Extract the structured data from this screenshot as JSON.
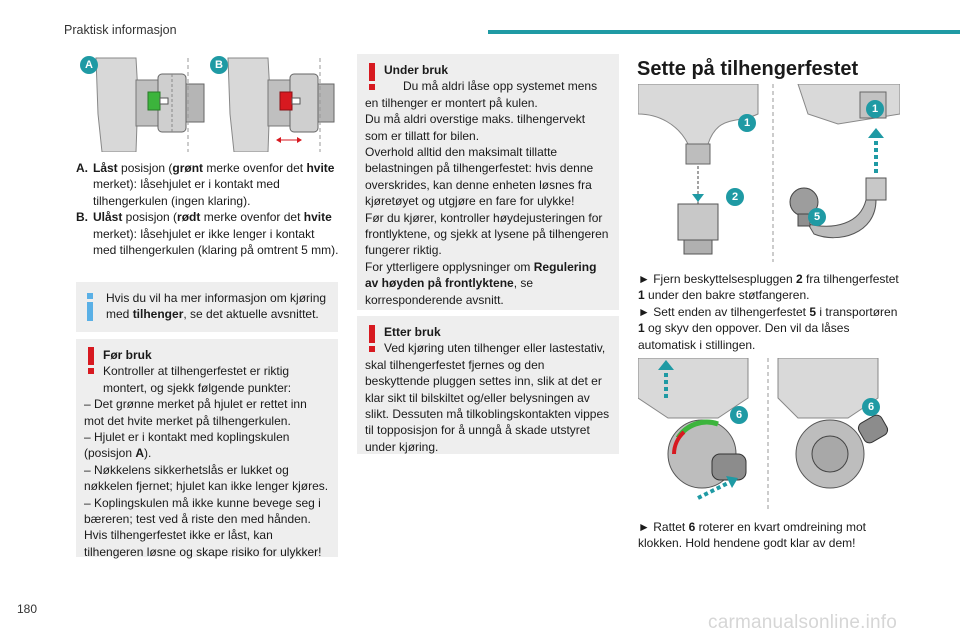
{
  "header": {
    "title": "Praktisk informasjon"
  },
  "page_number": "180",
  "watermark": "carmanualsonline.info",
  "colors": {
    "accent": "#1f9aa4",
    "info": "#5ab0e6",
    "warning": "#d71920",
    "box_bg": "#eeeeee",
    "green_mark": "#3cb43c",
    "red_mark": "#d71920"
  },
  "figure_ab": {
    "label_a": "A",
    "label_b": "B"
  },
  "legend": {
    "a": {
      "key": "A.",
      "bold1": "Låst",
      "t1": " posisjon (",
      "bold2": "grønt",
      "t2": " merke ovenfor det ",
      "bold3": "hvite",
      "t3": " merket): låsehjulet er i kontakt med tilhengerkulen (ingen klaring)."
    },
    "b": {
      "key": "B.",
      "bold1": "Ulåst",
      "t1": " posisjon (",
      "bold2": "rødt",
      "t2": " merke ovenfor det ",
      "bold3": "hvite",
      "t3": " merket): låsehjulet er ikke lenger i kontakt med tilhengerkulen (klaring på omtrent 5 mm)."
    }
  },
  "info_box": {
    "t1": "Hvis du vil ha mer informasjon om kjøring med ",
    "bold": "tilhenger",
    "t2": ", se det aktuelle avsnittet."
  },
  "warn_before": {
    "title": "Før bruk",
    "lines": [
      "Kontroller at tilhengerfestet er riktig montert, og sjekk følgende punkter:",
      "– Det grønne merket på hjulet er rettet inn mot det hvite merket på tilhengerkulen.",
      "– Hjulet er i kontakt med koplingskulen (posisjon ",
      "– Nøkkelens sikkerhetslås er lukket og nøkkelen fjernet; hjulet kan ikke lenger kjøres.",
      "– Koplingskulen må ikke kunne bevege seg i bæreren; test ved å riste den med hånden.",
      "Hvis tilhengerfestet ikke er låst, kan tilhengeren løsne og skape risiko for ulykker!"
    ],
    "pos_bold": "A",
    "pos_end": ")."
  },
  "warn_during": {
    "title": "Under bruk",
    "p1": "Du må aldri låse opp systemet mens en tilhenger er montert på kulen.",
    "p2": "Du må aldri overstige maks. tilhengervekt som er tillatt for bilen.",
    "p3": "Overhold alltid den maksimalt tillatte belastningen på tilhengerfestet: hvis denne overskrides, kan denne enheten løsnes fra kjøretøyet og utgjøre en fare for ulykke!",
    "p4": "Før du kjører, kontroller høydejusteringen for frontlyktene, og sjekk at lysene på tilhengeren fungerer riktig.",
    "p5a": "For ytterligere opplysninger om ",
    "p5b": "Regulering av høyden på frontlyktene",
    "p5c": ", se korresponderende avsnitt."
  },
  "warn_after": {
    "title": "Etter bruk",
    "text": "Ved kjøring uten tilhenger eller lastestativ, skal tilhengerfestet fjernes og den beskyttende pluggen settes inn, slik at det er klar sikt til bilskiltet og/eller belysningen av slikt. Dessuten må tilkoblingskontakten vippes til topposisjon for å unngå å skade utstyret under kjøring."
  },
  "section": {
    "title": "Sette på tilhengerfestet"
  },
  "fig1": {
    "badge1": "1",
    "badge2": "2",
    "badge1b": "1",
    "badge5": "5"
  },
  "fig2": {
    "badge6a": "6",
    "badge6b": "6"
  },
  "steps": {
    "s1": {
      "arrow": "►",
      "t1": " Fjern beskyttelsespluggen ",
      "b1": "2",
      "t2": " fra tilhengerfestet ",
      "b2": "1",
      "t3": " under den bakre støtfangeren."
    },
    "s2": {
      "arrow": "►",
      "t1": " Sett enden av tilhengerfestet ",
      "b1": "5",
      "t2": " i transportøren ",
      "b2": "1",
      "t3": " og skyv den oppover. Den vil da låses automatisk i stillingen."
    },
    "s3": {
      "arrow": "►",
      "t1": " Rattet ",
      "b1": "6",
      "t2": " roterer en kvart omdreining mot klokken. Hold hendene godt klar av dem!"
    }
  }
}
